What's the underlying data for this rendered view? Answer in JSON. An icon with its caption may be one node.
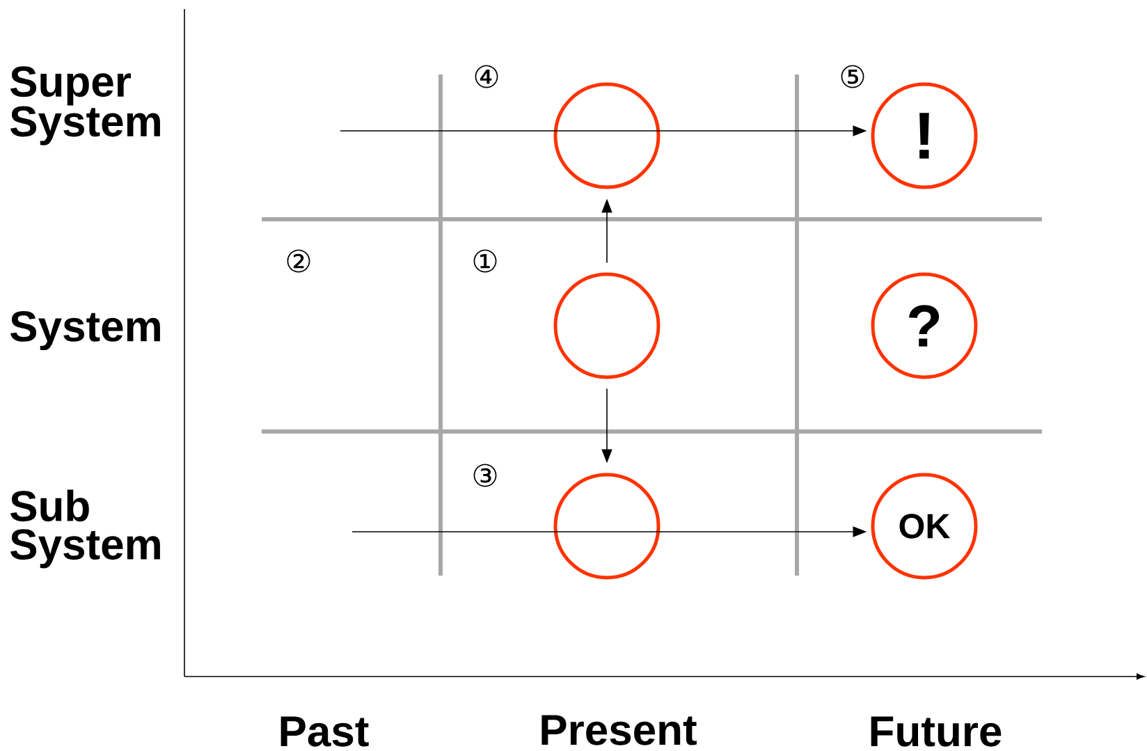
{
  "diagram": {
    "nodes": [
      {
        "text": [],
        "shape": "circle"
      },
      {
        "text": [
          "!"
        ]
      },
      {
        "text": [],
        "shape": "circle"
      },
      {
        "text": [
          "?"
        ]
      },
      {
        "text": [],
        "shape": "circle"
      },
      {
        "text": [
          "OK"
        ]
      }
    ],
    "edges": [
      {
        "from": null,
        "to": 1,
        "arrow": "to"
      },
      {
        "from": 2,
        "to": 0,
        "arrow": "to"
      },
      {
        "from": 2,
        "to": 4,
        "arrow": "to"
      },
      {
        "from": null,
        "to": 5,
        "arrow": "to"
      }
    ],
    "labels": [
      "Super System",
      "④",
      "⑤",
      "②",
      "①",
      "System",
      "③",
      "Sub System",
      "Past",
      "Present",
      "Future"
    ]
  }
}
